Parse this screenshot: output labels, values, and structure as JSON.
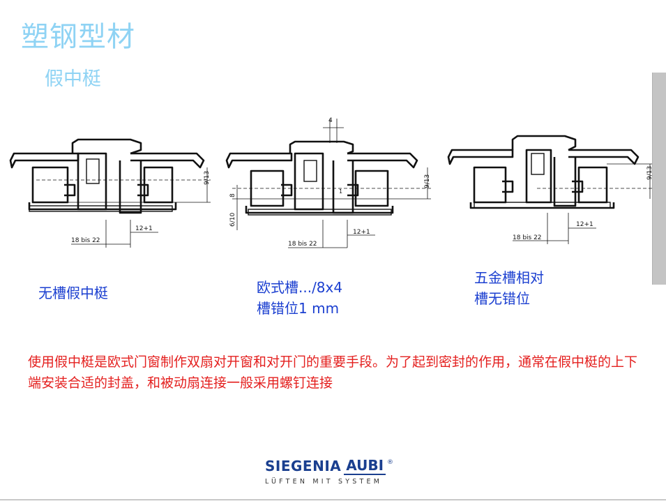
{
  "title": "塑钢型材",
  "subtitle": "假中梃",
  "profiles": [
    {
      "caption_lines": [
        "无槽假中梃"
      ],
      "dims": {
        "top": "",
        "right": "9/13",
        "right_small": "",
        "left": "",
        "bottom_small": "12+1",
        "bottom_big": "18 bis 22"
      }
    },
    {
      "caption_lines": [
        "欧式槽.../8x4",
        "槽错位1 mm"
      ],
      "dims": {
        "top": "4",
        "right": "9/13",
        "right_small": "1",
        "left": "8",
        "left_lower": "6/10",
        "bottom_small": "12+1",
        "bottom_big": "18 bis 22"
      }
    },
    {
      "caption_lines": [
        "五金槽相对",
        "槽无错位"
      ],
      "dims": {
        "top": "",
        "right": "9/13",
        "right_small": "",
        "left": "",
        "bottom_small": "12+1",
        "bottom_big": "18 bis 22"
      }
    }
  ],
  "note": "使用假中梃是欧式门窗制作双扇对开窗和对开门的重要手段。为了起到密封的作用，通常在假中梃的上下端安装合适的封盖，和被动扇连接一般采用螺钉连接",
  "logo": {
    "brand": "SIEGENIA",
    "brand2": "AUBI",
    "reg": "®",
    "tagline": "LÜFTEN MIT SYSTEM"
  },
  "colors": {
    "title": "#8fd3f4",
    "caption": "#1b3fd0",
    "note": "#e4201f",
    "logo": "#1a3f8f"
  }
}
